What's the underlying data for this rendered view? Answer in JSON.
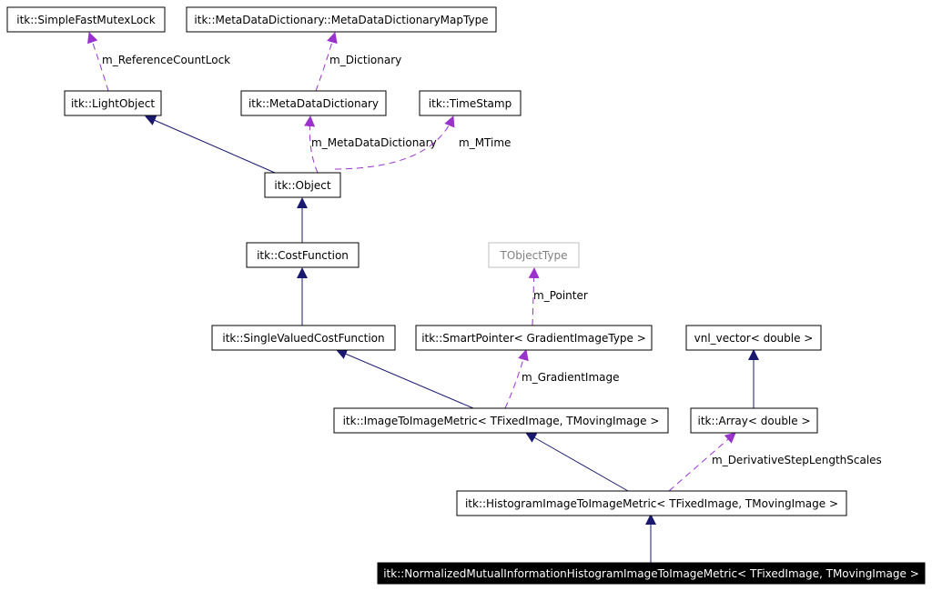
{
  "colors": {
    "inheritance": "#191970",
    "member": "#9a32cd",
    "focus_bg": "#000000",
    "template_border": "#bfbfbf"
  },
  "nodes": {
    "simple_fast_mutex_lock": "itk::SimpleFastMutexLock",
    "meta_data_dictionary_map_type": "itk::MetaDataDictionary::MetaDataDictionaryMapType",
    "light_object": "itk::LightObject",
    "meta_data_dictionary": "itk::MetaDataDictionary",
    "time_stamp": "itk::TimeStamp",
    "object": "itk::Object",
    "cost_function": "itk::CostFunction",
    "tobject_type": "TObjectType",
    "single_valued_cost_function": "itk::SingleValuedCostFunction",
    "smart_pointer_gradient": "itk::SmartPointer< GradientImageType >",
    "vnl_vector_double": "vnl_vector< double >",
    "image_to_image_metric": "itk::ImageToImageMetric< TFixedImage, TMovingImage >",
    "array_double": "itk::Array< double >",
    "histogram_image_to_image_metric": "itk::HistogramImageToImageMetric< TFixedImage, TMovingImage >",
    "normalized_mutual_information": "itk::NormalizedMutualInformationHistogramImageToImageMetric< TFixedImage, TMovingImage >"
  },
  "edge_labels": {
    "reference_count_lock": "m_ReferenceCountLock",
    "dictionary": "m_Dictionary",
    "meta_data_dictionary": "m_MetaDataDictionary",
    "mtime": "m_MTime",
    "pointer": "m_Pointer",
    "gradient_image": "m_GradientImage",
    "derivative_step_length_scales": "m_DerivativeStepLengthScales"
  }
}
